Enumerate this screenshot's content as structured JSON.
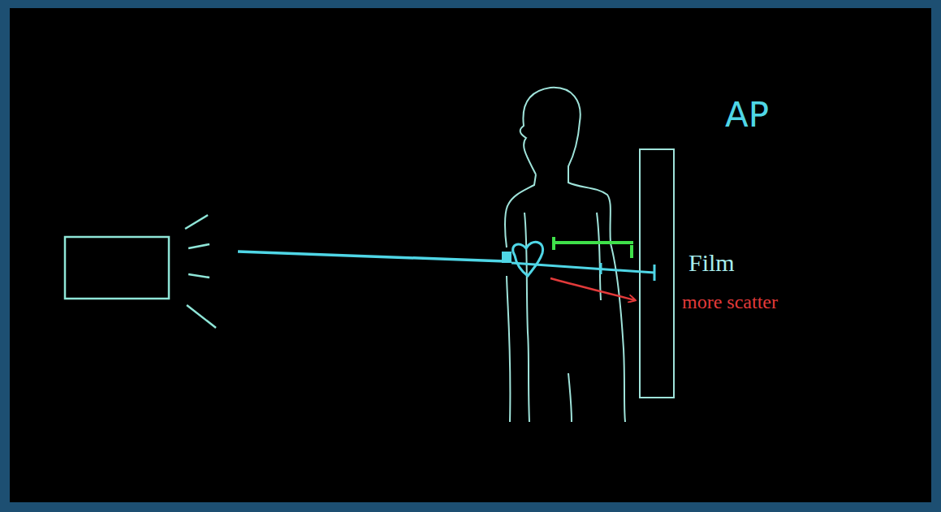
{
  "diagram": {
    "labels": [
      "AP",
      "Film",
      "more scatter"
    ]
  }
}
